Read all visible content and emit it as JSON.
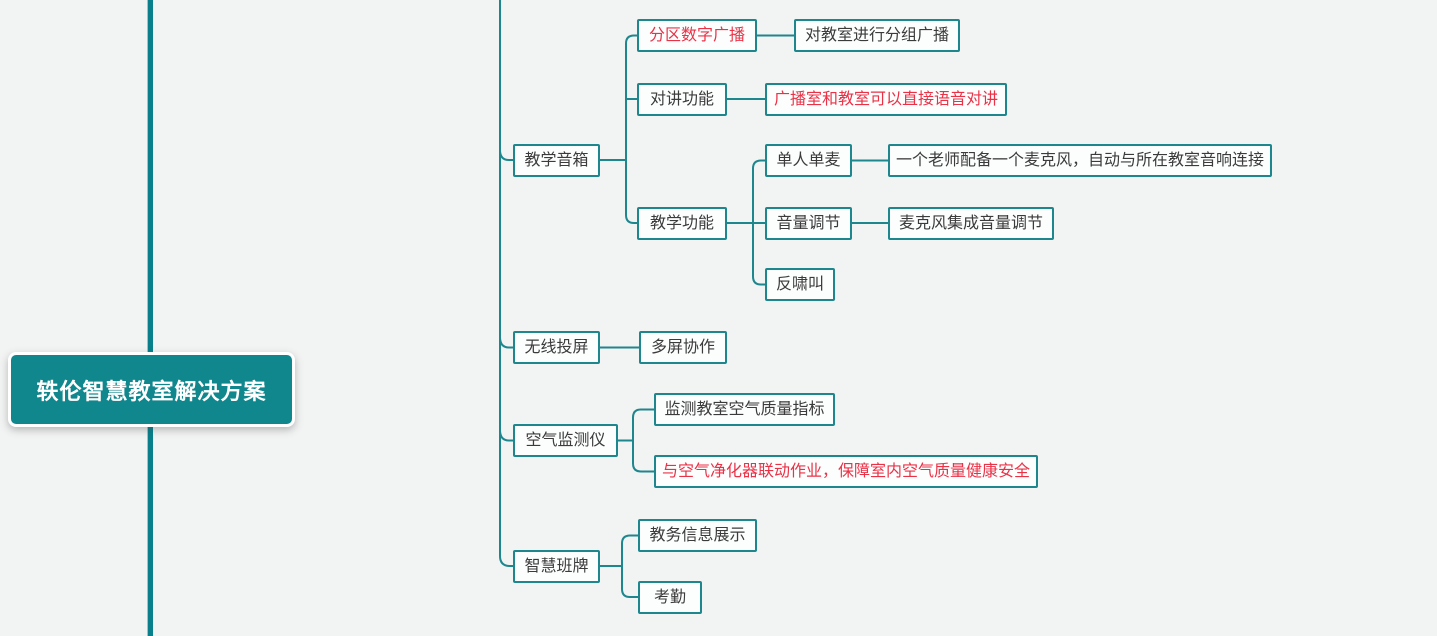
{
  "colors": {
    "background": "#f2f3f3",
    "line_teal": "#1e868d",
    "trunk_teal": "#087f8b",
    "node_background": "#fcfdfd",
    "node_text": "#3b3b3b",
    "highlight_red": "#ea3247",
    "root_background": "#10868d",
    "root_text": "#ffffff"
  },
  "root": {
    "label": "轶伦智慧教室解决方案"
  },
  "branches": [
    {
      "label": "教学音箱",
      "children": [
        {
          "label": "分区数字广播",
          "color": "red",
          "children": [
            {
              "label": "对教室进行分组广播"
            }
          ]
        },
        {
          "label": "对讲功能",
          "children": [
            {
              "label": "广播室和教室可以直接语音对讲",
              "color": "red"
            }
          ]
        },
        {
          "label": "教学功能",
          "children": [
            {
              "label": "单人单麦",
              "children": [
                {
                  "label": "一个老师配备一个麦克风，自动与所在教室音响连接"
                }
              ]
            },
            {
              "label": "音量调节",
              "children": [
                {
                  "label": "麦克风集成音量调节"
                }
              ]
            },
            {
              "label": "反啸叫"
            }
          ]
        }
      ]
    },
    {
      "label": "无线投屏",
      "children": [
        {
          "label": "多屏协作"
        }
      ]
    },
    {
      "label": "空气监测仪",
      "children": [
        {
          "label": "监测教室空气质量指标"
        },
        {
          "label": "与空气净化器联动作业，保障室内空气质量健康安全",
          "color": "red"
        }
      ]
    },
    {
      "label": "智慧班牌",
      "children": [
        {
          "label": "教务信息展示"
        },
        {
          "label": "考勤"
        }
      ]
    }
  ]
}
